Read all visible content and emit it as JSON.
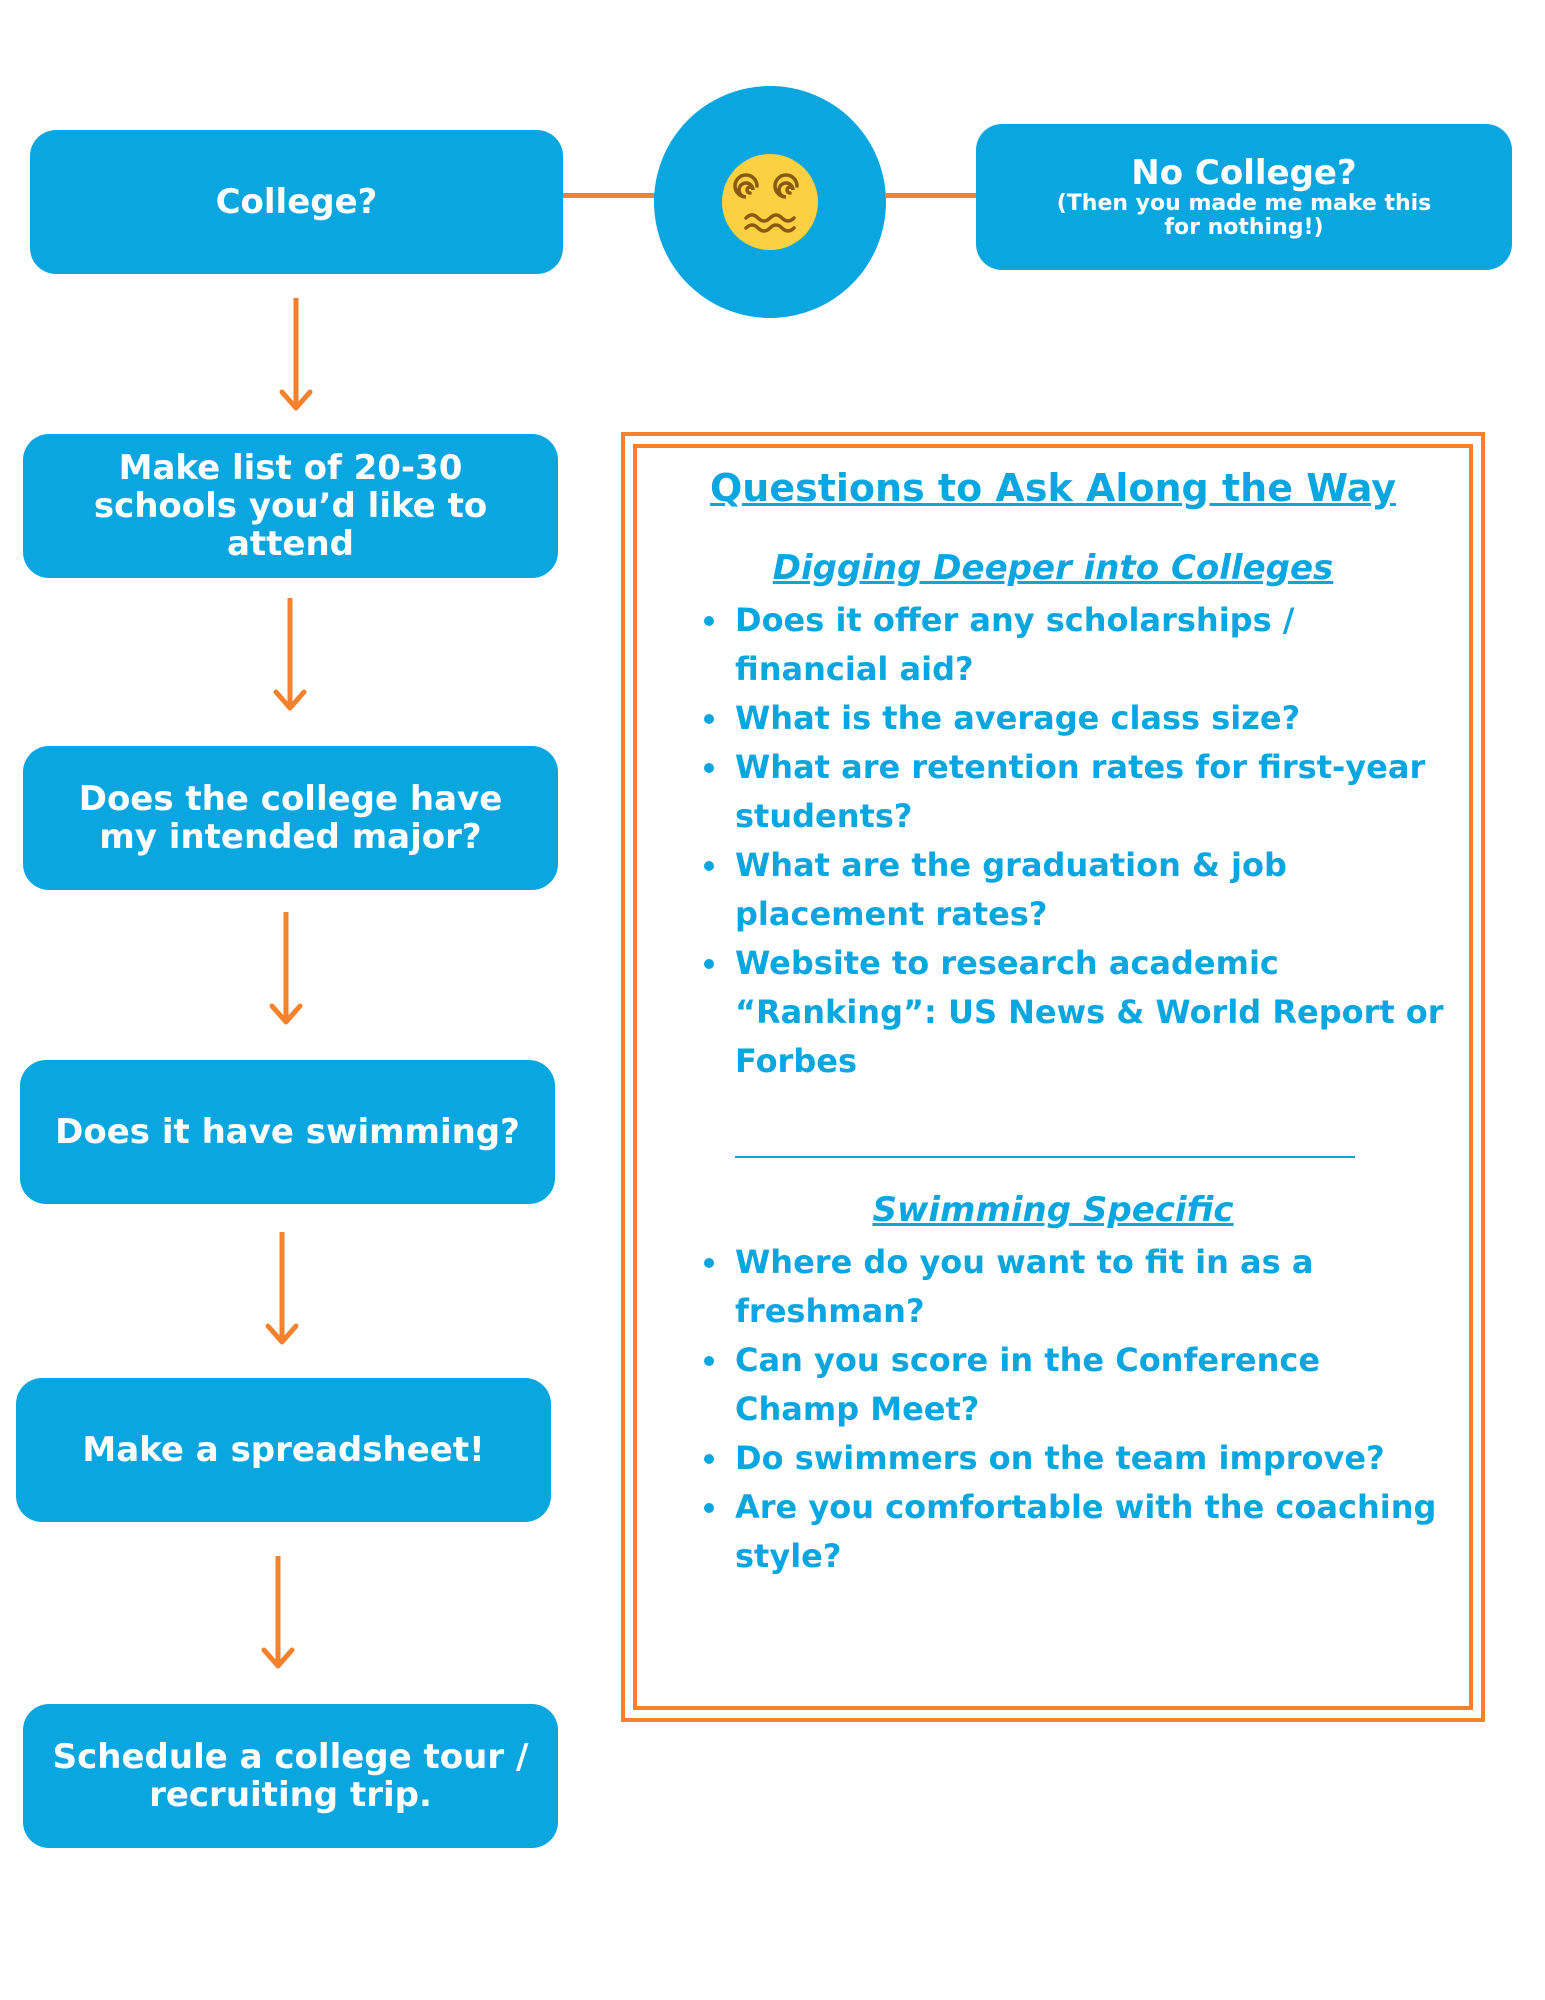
{
  "flow": {
    "college": "College?",
    "no_college_title": "No College?",
    "no_college_note": "(Then you made me make this for nothing!)",
    "emoji_icon": "dizzy-face-icon",
    "steps": [
      "Make list of 20-30 schools you’d like to attend",
      "Does the college have my intended major?",
      "Does it have swimming?",
      "Make a spreadsheet!",
      "Schedule a college tour / recruiting trip."
    ]
  },
  "questions": {
    "title": "Questions to Ask Along the Way",
    "sections": [
      {
        "heading": "Digging Deeper into Colleges",
        "items": [
          "Does it offer any scholarships / financial aid?",
          "What is the average class size?",
          "What are retention rates for first-year students?",
          "What are the graduation & job placement rates?",
          "Website to research academic “Ranking”: US News & World Report or Forbes"
        ]
      },
      {
        "heading": "Swimming Specific",
        "items": [
          "Where do you want to fit in as a freshman?",
          "Can you score in the Conference Champ Meet?",
          "Do swimmers on the team improve?",
          "Are you comfortable with the coaching style?"
        ]
      }
    ]
  },
  "colors": {
    "primary_blue": "#0aa6e0",
    "accent_orange": "#f4822d",
    "emoji_yellow": "#fbd043",
    "emoji_swirl": "#8a5a10",
    "text_white": "#ffffff"
  }
}
